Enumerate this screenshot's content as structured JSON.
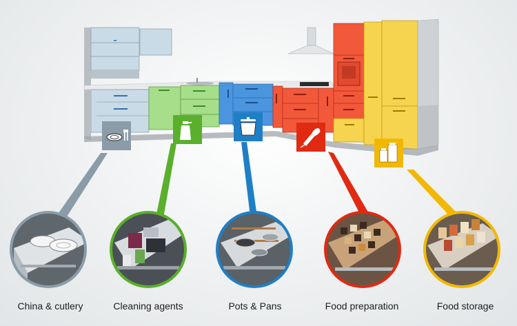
{
  "zones": [
    {
      "label": "China & cutlery",
      "color": "#8a9ca8",
      "icon": "plate-cutlery-icon"
    },
    {
      "label": "Cleaning agents",
      "color": "#5aaf2c",
      "icon": "spray-bottle-icon"
    },
    {
      "label": "Pots & Pans",
      "color": "#1f7fc6",
      "icon": "cooking-pot-icon"
    },
    {
      "label": "Food preparation",
      "color": "#e02a12",
      "icon": "hand-mixer-icon"
    },
    {
      "label": "Food storage",
      "color": "#f2b800",
      "icon": "storage-jars-icon"
    }
  ],
  "colors": {
    "grey_cabinets": "#c9dbe6",
    "green_cabinets": "#a6de8a",
    "blue_cabinets": "#4a95dd",
    "red_cabinets": "#f2583a",
    "yellow_cabinets": "#f7d44f",
    "carcass": "#cfd2d5",
    "background": "#eef0f1"
  }
}
